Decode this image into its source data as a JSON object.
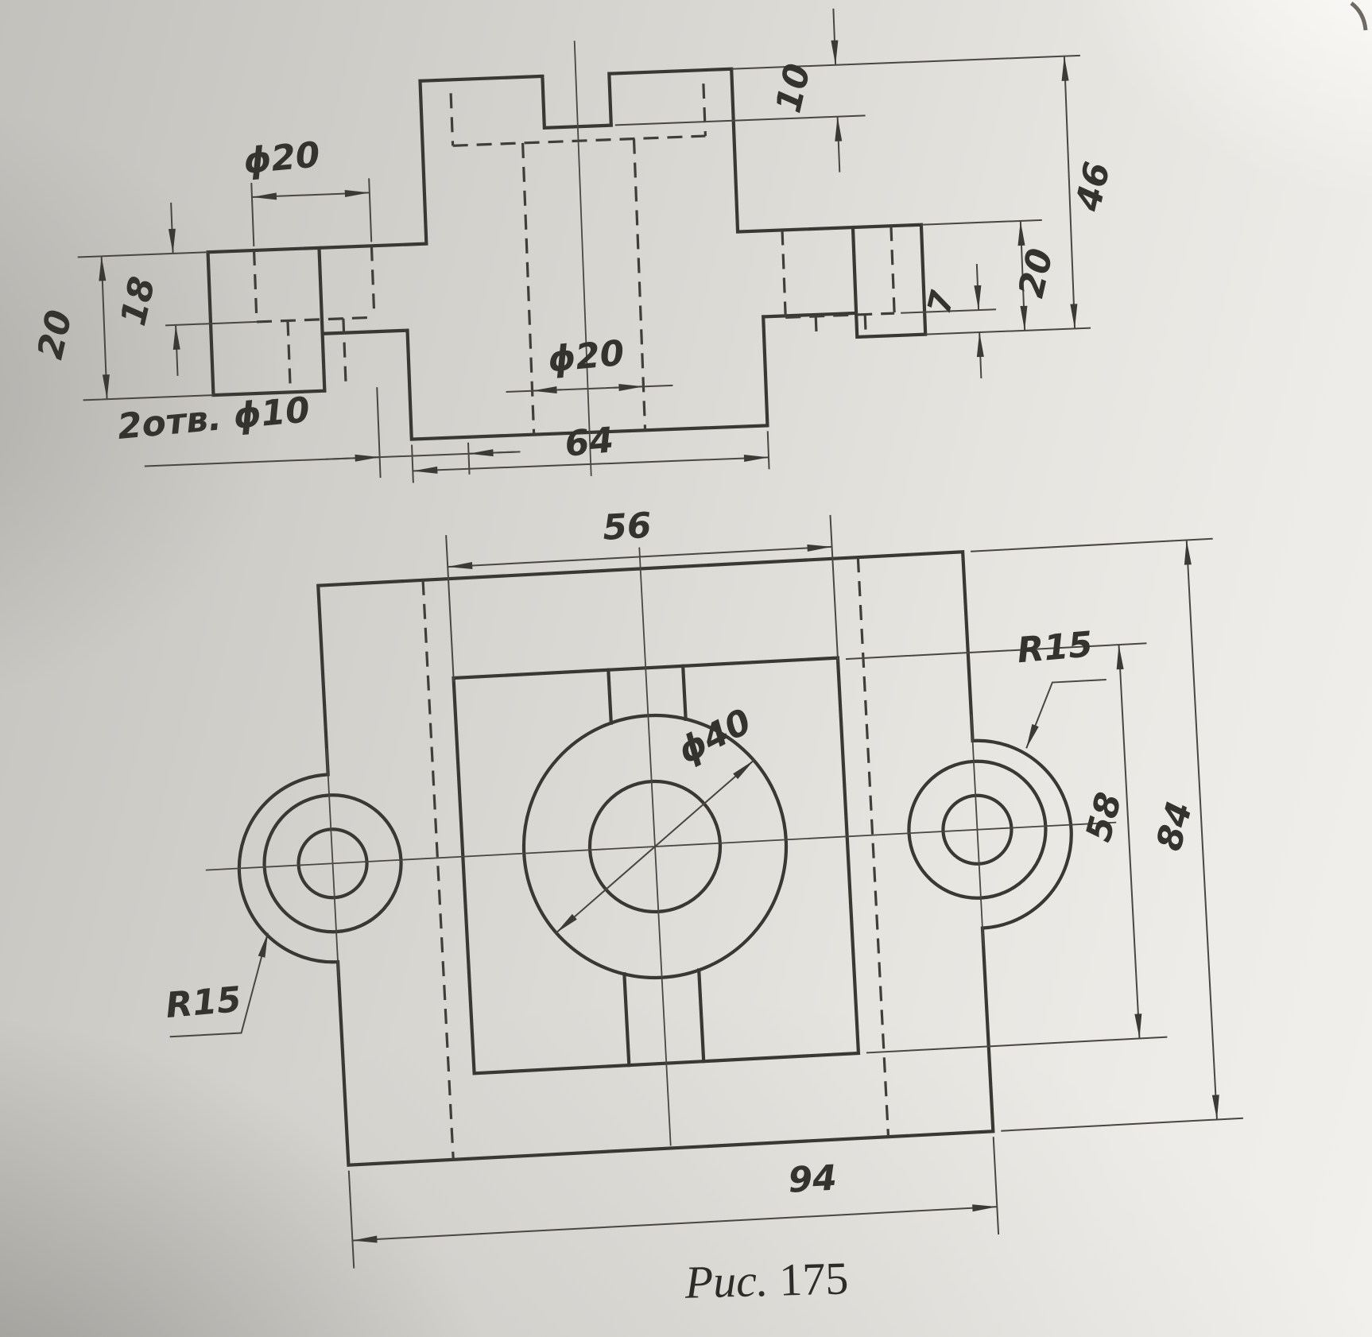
{
  "front": {
    "phi20_cb": "ϕ20",
    "d18": "18",
    "d20_left": "20",
    "holes_note": "2отв. ϕ10",
    "phi20_hole": "ϕ20",
    "d64": "64",
    "d10": "10",
    "d46": "46",
    "d20_right": "20",
    "d7": "7"
  },
  "plan": {
    "d56": "56",
    "d94": "94",
    "d58": "58",
    "d84": "84",
    "phi40": "ϕ40",
    "r15_left": "R15",
    "r15_right": "R15"
  },
  "caption": {
    "label": "Рис.",
    "number": "175"
  },
  "colors": {
    "paper": "#e6e4df",
    "ink": "#3a3833"
  }
}
